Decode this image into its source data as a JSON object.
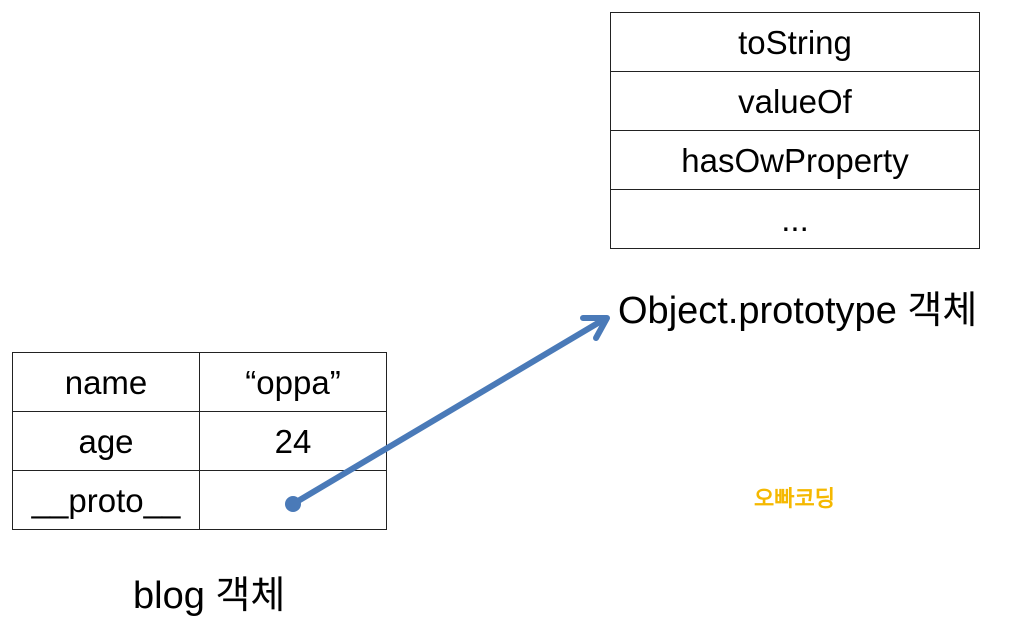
{
  "prototype_object": {
    "rows": [
      "toString",
      "valueOf",
      "hasOwProperty",
      "..."
    ],
    "caption": "Object.prototype 객체"
  },
  "blog_object": {
    "rows": [
      {
        "key": "name",
        "value": "“oppa”"
      },
      {
        "key": "age",
        "value": "24"
      },
      {
        "key": "__proto__",
        "value": ""
      }
    ],
    "caption": "blog 객체"
  },
  "watermark": "오빠코딩",
  "colors": {
    "arrow": "#4a7ab8",
    "watermark": "#f5b800",
    "border": "#222222"
  }
}
